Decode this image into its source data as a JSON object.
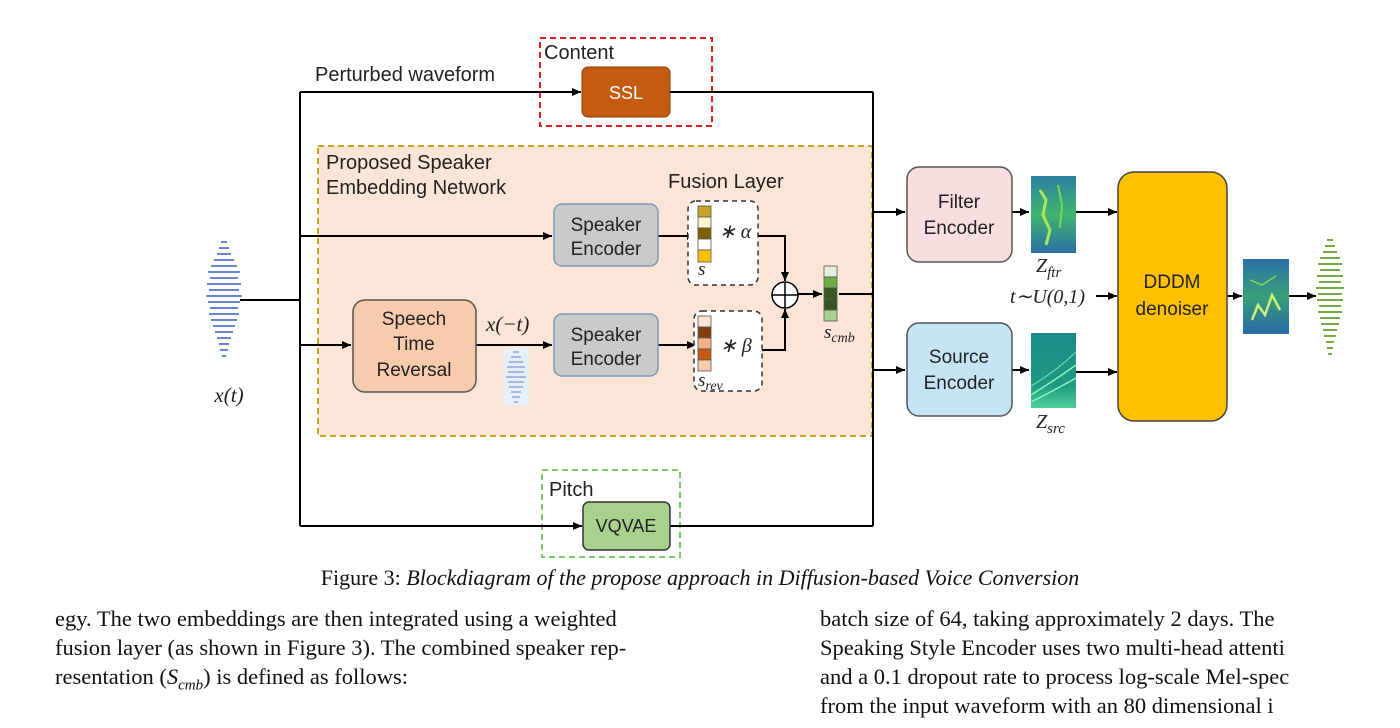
{
  "figure": {
    "labels": {
      "perturbed_waveform": "Perturbed waveform",
      "content": "Content",
      "ssl": "SSL",
      "proposed_network_line1": "Proposed Speaker",
      "proposed_network_line2": "Embedding Network",
      "fusion_layer": "Fusion Layer",
      "speaker_encoder_line1": "Speaker",
      "speaker_encoder_line2": "Encoder",
      "str_line1": "Speech",
      "str_line2": "Time",
      "str_line3": "Reversal",
      "x_neg_t": "x(−t)",
      "x_t": "x(t)",
      "alpha_term": "∗  α",
      "beta_term": "∗  β",
      "s_label": "s",
      "s_rev_label": "s",
      "s_rev_sub": "rev",
      "s_cmb_label": "s",
      "s_cmb_sub": "cmb",
      "filter_encoder_line1": "Filter",
      "filter_encoder_line2": "Encoder",
      "source_encoder_line1": "Source",
      "source_encoder_line2": "Encoder",
      "z_ftr": "Z",
      "z_ftr_sub": "ftr",
      "z_src": "Z",
      "z_src_sub": "src",
      "t_dist": "t∼U(0,1)",
      "dddm_line1": "DDDM",
      "dddm_line2": "denoiser",
      "pitch": "Pitch",
      "vqvae": "VQVAE"
    },
    "colors": {
      "ssl": "#c55a11",
      "speaker_encoder": "#c9c9c9",
      "str": "#f8cbad",
      "network_bg": "#fbe5d6",
      "network_border": "#c9a227",
      "content_border": "#e02020",
      "pitch_border": "#7cc96b",
      "vqvae": "#a9d18e",
      "filter_encoder": "#f8dede",
      "source_encoder": "#c5e5f5",
      "dddm": "#ffc000",
      "waveform_in": "#6688cc",
      "waveform_out": "#70ad47"
    }
  },
  "caption": {
    "prefix": "Figure 3: ",
    "text": "Blockdiagram of the propose approach in Diffusion-based Voice Conversion"
  },
  "body_left": {
    "line1": "egy. The two embeddings are then integrated using a weighted",
    "line2": "fusion layer (as shown in Figure 3). The combined speaker rep-",
    "line3_pre": "resentation (",
    "line3_var": "S",
    "line3_sub": "cmb",
    "line3_post": ") is defined as follows:"
  },
  "body_right": {
    "line1": "batch size of 64, taking approximately 2 days.  The",
    "line2": "Speaking Style Encoder uses two multi-head attenti",
    "line3": "and a 0.1 dropout rate to process log-scale Mel-spec",
    "line4": "from the input waveform with an 80 dimensional i"
  }
}
